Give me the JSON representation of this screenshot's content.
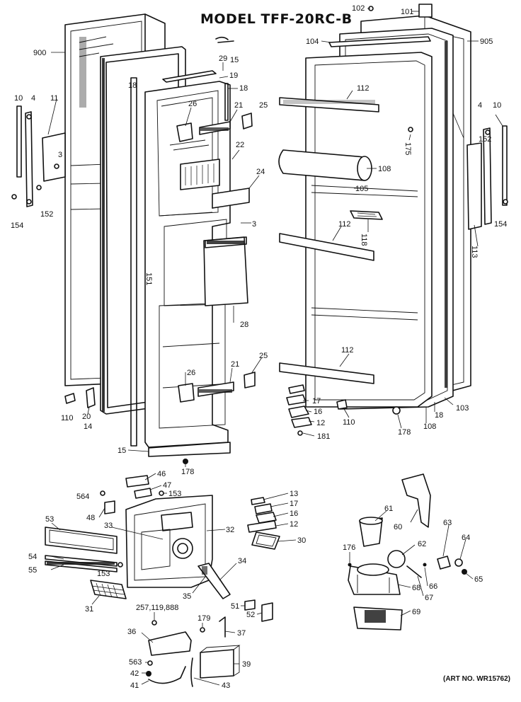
{
  "title": "MODEL TFF-20RC-B",
  "art_no": "(ART NO. WR15762)",
  "part_labels": {
    "l102": "102",
    "l101": "101",
    "l905": "905",
    "l104": "104",
    "l900": "900",
    "l29": "29",
    "l15a": "15",
    "l19": "19",
    "l18a": "18",
    "l18b": "18",
    "l10a": "10",
    "l4a": "4",
    "l11": "11",
    "l3a": "3",
    "l26a": "26",
    "l21a": "21",
    "l25a": "25",
    "l22": "22",
    "l24": "24",
    "l3b": "3",
    "l112a": "112",
    "l175": "175",
    "l4b": "4",
    "l10b": "10",
    "l152a": "152",
    "l108a": "108",
    "l105": "105",
    "l154a": "154",
    "l152b": "152",
    "l118": "118",
    "l112b": "112",
    "l154b": "154",
    "l113": "113",
    "l151": "151",
    "l28": "28",
    "l112c": "112",
    "l25b": "25",
    "l21b": "21",
    "l26b": "26",
    "l17a": "17",
    "l16a": "16",
    "l12a": "12",
    "l181": "181",
    "l110a": "110",
    "l20": "20",
    "l14": "14",
    "l110b": "110",
    "l178a": "178",
    "l108b": "108",
    "l18c": "18",
    "l103": "103",
    "l15b": "15",
    "l178b": "178",
    "l46": "46",
    "l47": "47",
    "l564": "564",
    "l153a": "153",
    "l48": "48",
    "l13": "13",
    "l17b": "17",
    "l16b": "16",
    "l12b": "12",
    "l53": "53",
    "l33": "33",
    "l32": "32",
    "l30": "30",
    "l54": "54",
    "l55": "55",
    "l153b": "153",
    "l34": "34",
    "l35": "35",
    "l31": "31",
    "l257": "257,119,888",
    "l51": "51",
    "l52": "52",
    "l36": "36",
    "l179": "179",
    "l37": "37",
    "l563": "563",
    "l39": "39",
    "l42": "42",
    "l41": "41",
    "l43": "43",
    "l60": "60",
    "l61": "61",
    "l62": "62",
    "l63": "63",
    "l64": "64",
    "l176": "176",
    "l68": "68",
    "l66": "66",
    "l67": "67",
    "l65": "65",
    "l69": "69"
  }
}
